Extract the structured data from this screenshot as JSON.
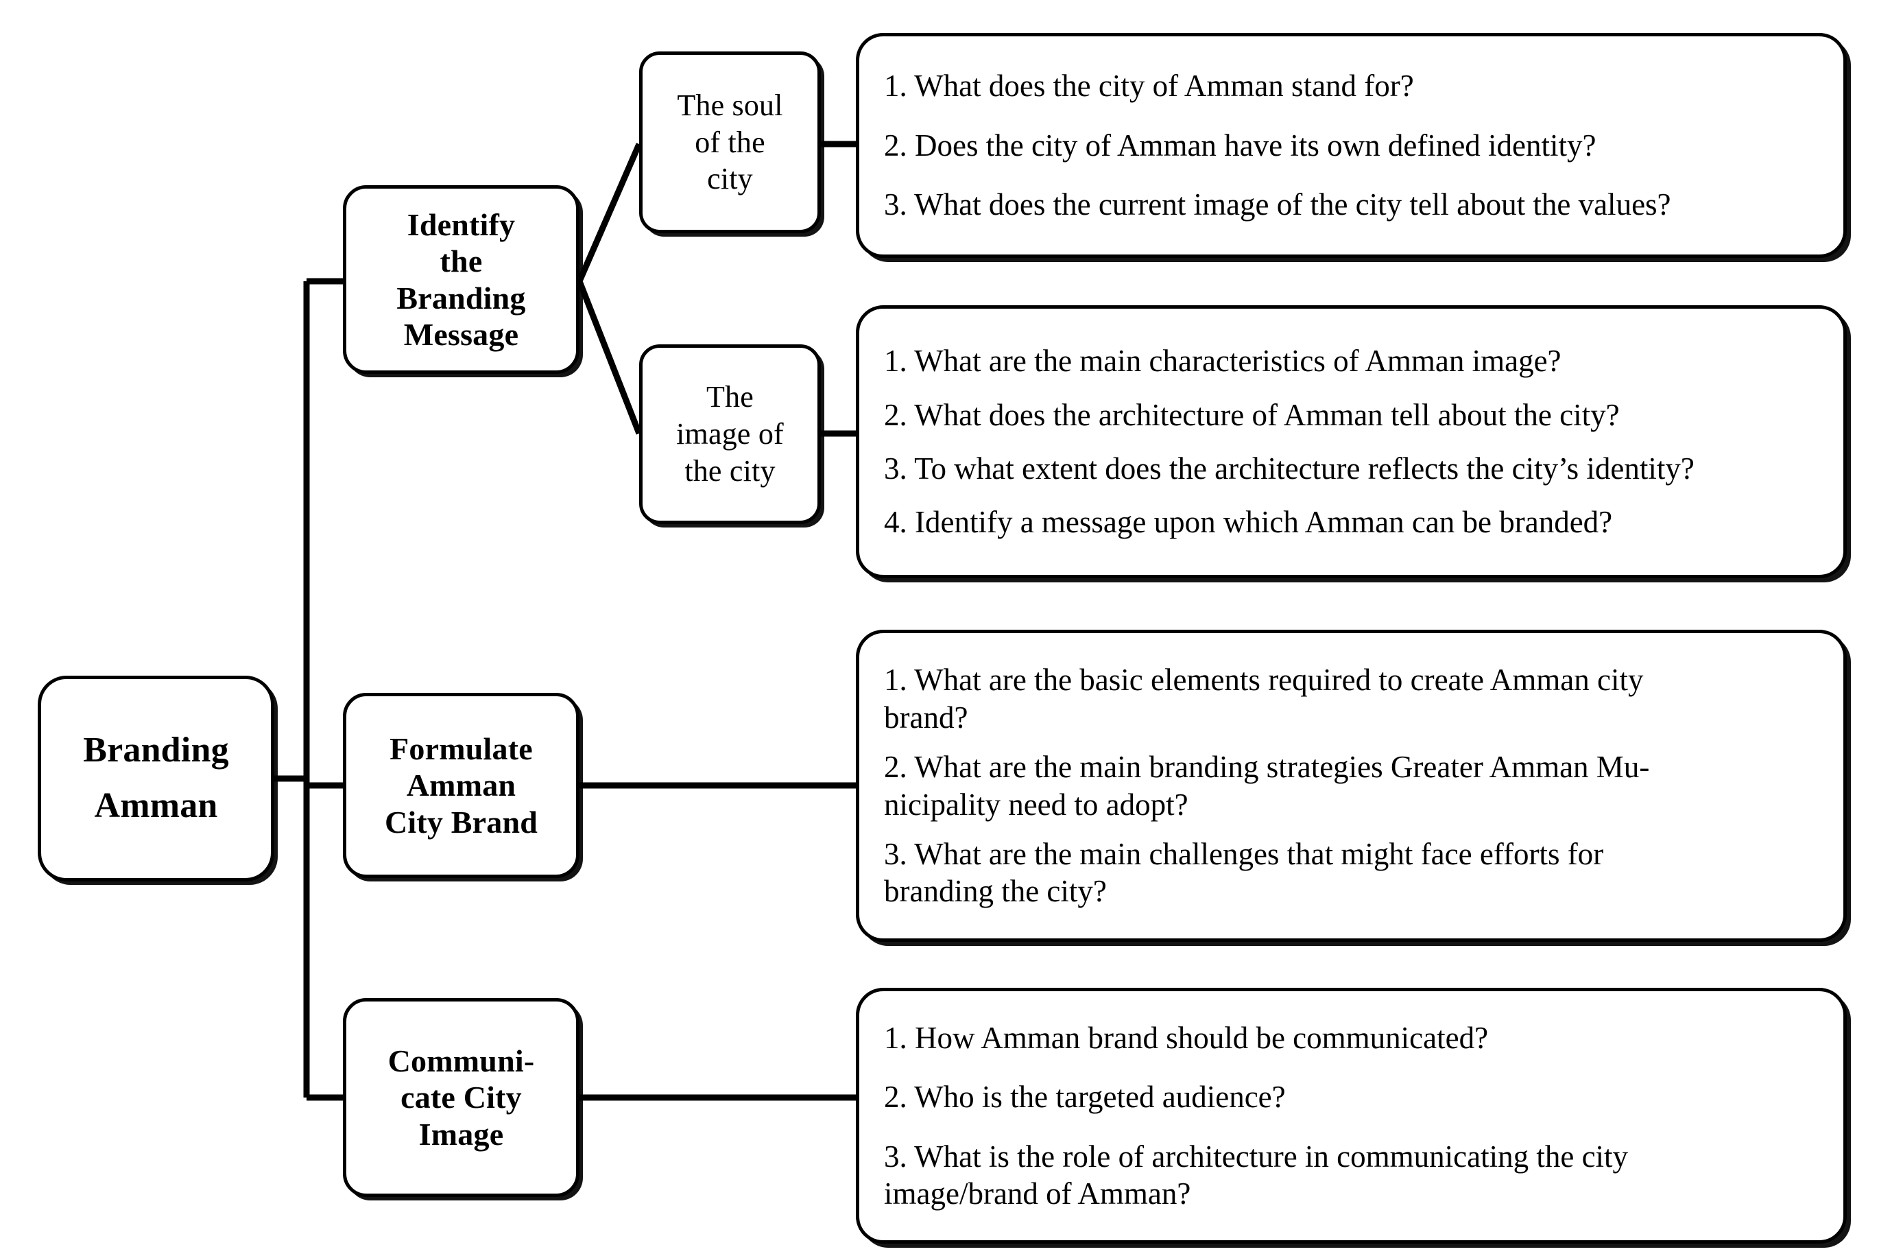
{
  "diagram": {
    "title": "Branding Amman research framework",
    "colors": {
      "stroke": "#000000",
      "background": "#ffffff",
      "text": "#000000"
    },
    "root": {
      "label": "Branding\nAmman"
    },
    "stages": [
      {
        "id": "identify",
        "label": "Identify\nthe\nBranding\nMessage"
      },
      {
        "id": "formulate",
        "label": "Formulate\nAmman\nCity Brand"
      },
      {
        "id": "communicate",
        "label": "Communi-\ncate City\nImage"
      }
    ],
    "subnodes": [
      {
        "id": "soul",
        "label": "The soul\nof the\ncity"
      },
      {
        "id": "image",
        "label": "The\nimage of\nthe city"
      }
    ],
    "panels": [
      {
        "id": "panel-soul",
        "items": [
          "1. What does the city of Amman stand for?",
          "2. Does the city of Amman have its own defined identity?",
          "3. What does the current image of the city tell about the values?"
        ]
      },
      {
        "id": "panel-image",
        "items": [
          "1. What are the main characteristics of Amman image?",
          "2. What does the architecture of Amman tell about the city?",
          "3. To what extent does the architecture reflects the city’s identity?",
          "4. Identify a message upon which Amman can be branded?"
        ]
      },
      {
        "id": "panel-formulate",
        "items": [
          "1. What are the basic elements required to create Amman city\nbrand?",
          "2. What are the main branding strategies Greater Amman Mu-\nnicipality need to adopt?",
          "3. What are the main challenges that might face efforts for\nbranding the city?"
        ]
      },
      {
        "id": "panel-communicate",
        "items": [
          "1. How Amman brand should be communicated?",
          "2. Who is the targeted audience?",
          "3. What is the role of architecture in communicating the city\n image/brand of Amman?"
        ]
      }
    ]
  }
}
